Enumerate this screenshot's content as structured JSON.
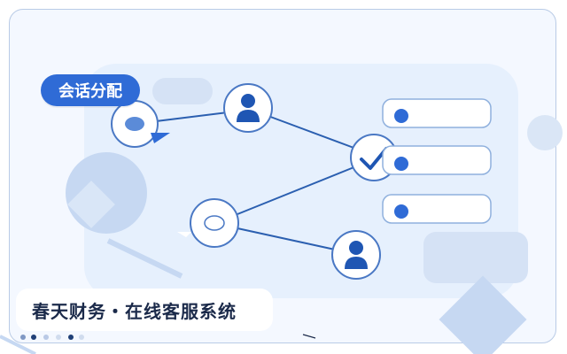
{
  "badge": {
    "label": "会话分配"
  },
  "footer": {
    "title": "春天财务・在线客服系统"
  },
  "colors": {
    "primary": "#2f6bd6",
    "dark_blue": "#1f56b3",
    "line_blue": "#2b5fb0",
    "panel_bg": "#e6f0fd",
    "card_bg": "#ffffff",
    "frame_border": "#b9cbe6"
  },
  "icons": {
    "source_chat": "chat-bubble-icon",
    "agents": [
      "user-icon",
      "user-icon"
    ],
    "router": "check-icon",
    "chat_waiting": "chat-bubble-icon"
  },
  "queue_items_count": 3
}
